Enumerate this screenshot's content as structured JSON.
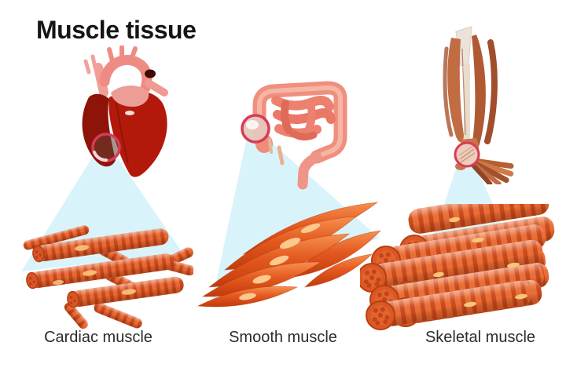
{
  "title": "Muscle tissue",
  "panels": [
    {
      "label": "Cardiac muscle",
      "organ_icon": "heart-icon",
      "tissue_icon": "cardiac-muscle-fibers-icon"
    },
    {
      "label": "Smooth muscle",
      "organ_icon": "intestine-icon",
      "tissue_icon": "smooth-muscle-cells-icon"
    },
    {
      "label": "Skeletal muscle",
      "organ_icon": "leg-muscles-icon",
      "tissue_icon": "skeletal-muscle-bundle-icon"
    }
  ],
  "colors": {
    "background": "#ffffff",
    "title_text": "#151515",
    "label_text": "#2b2b2b",
    "zoom_cone": "#d9f3fa",
    "magnifier_ring": "#d63c55",
    "heart_red": "#b2190a",
    "heart_dark_red": "#8e1409",
    "vessel_pink": "#ee8c84",
    "intestine_salmon": "#f08f7e",
    "muscle_fiber_orange": "#ec6a33",
    "muscle_fiber_stripe": "#ca481b",
    "leg_muscle_brown": "#c26c44",
    "bone_white": "#ebe3da"
  }
}
